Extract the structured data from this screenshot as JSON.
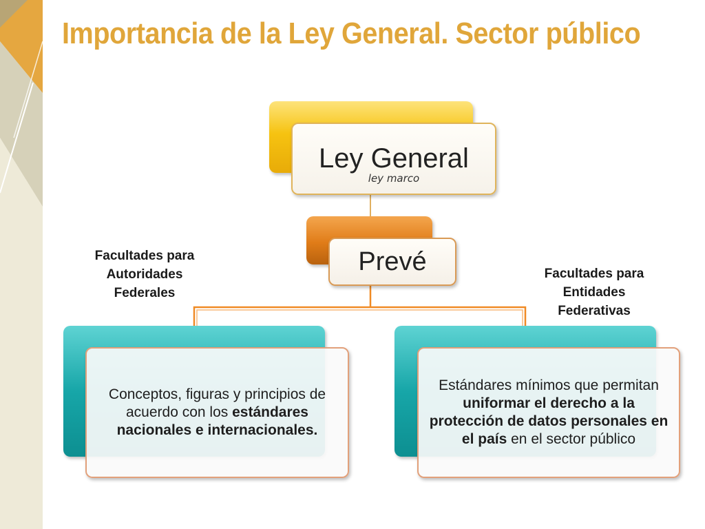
{
  "title": "Importancia de la Ley General. Sector público",
  "root": {
    "label": "Ley General",
    "sublabel": "ley marco"
  },
  "middle": {
    "label": "Prevé"
  },
  "branches": {
    "left": {
      "side_label": "Facultades para Autoridades Federales",
      "text_part1": "Conceptos, figuras y principios de acuerdo con los ",
      "text_bold": "estándares nacionales e internacionales."
    },
    "right": {
      "side_label": "Facultades para Entidades Federativas",
      "text_part1": "Estándares mínimos que permitan ",
      "text_bold": "uniformar el derecho a la protección de datos personales en el país",
      "text_part2": " en el sector público"
    }
  },
  "colors": {
    "title": "#e0a63a",
    "accent_strip": "#e5a740",
    "root_box": "#f6c311",
    "middle_box": "#e07c18",
    "branch_box": "#17a6a8",
    "connector": "#f08a24"
  }
}
